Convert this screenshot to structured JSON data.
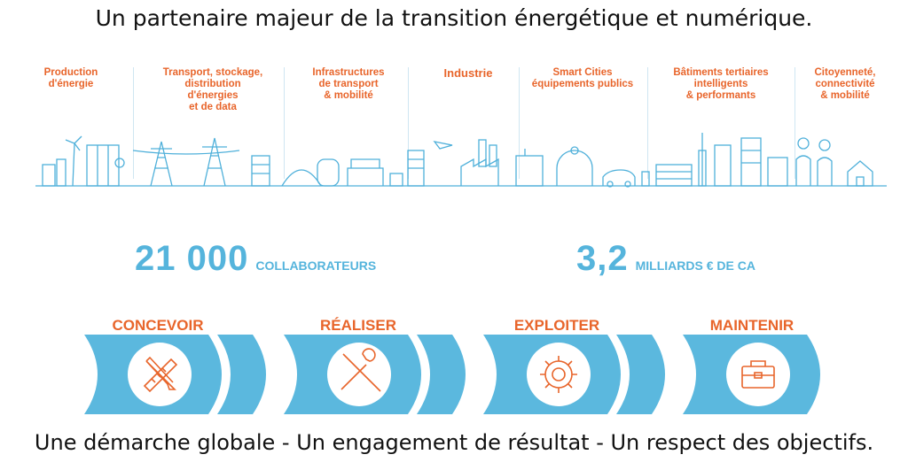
{
  "title": "Un partenaire majeur de la transition énergétique et numérique.",
  "sectors": [
    {
      "label": "Production\nd'énergie"
    },
    {
      "label": "Transport, stockage,\ndistribution\nd'énergies\net de data"
    },
    {
      "label": "Infrastructures\nde transport\n& mobilité"
    },
    {
      "label": "Industrie"
    },
    {
      "label": "Smart Cities\néquipements publics"
    },
    {
      "label": "Bâtiments tertiaires\nintelligents\n& performants"
    },
    {
      "label": "Citoyenneté,\nconnectivité\n& mobilité"
    }
  ],
  "stats": {
    "collaborators_value": "21 000",
    "collaborators_label": "COLLABORATEURS",
    "revenue_value": "3,2",
    "revenue_label": "MILLIARDS € DE CA"
  },
  "steps": [
    {
      "label": "CONCEVOIR",
      "icon": "ruler-pencil-icon"
    },
    {
      "label": "RÉALISER",
      "icon": "wrench-screwdriver-icon"
    },
    {
      "label": "EXPLOITER",
      "icon": "gear-icon"
    },
    {
      "label": "MAINTENIR",
      "icon": "toolbox-icon"
    }
  ],
  "footer": "Une démarche globale - Un engagement de résultat - Un respect des objectifs.",
  "colors": {
    "accent_orange": "#e8652b",
    "accent_blue": "#55b4dc",
    "text": "#111111"
  }
}
